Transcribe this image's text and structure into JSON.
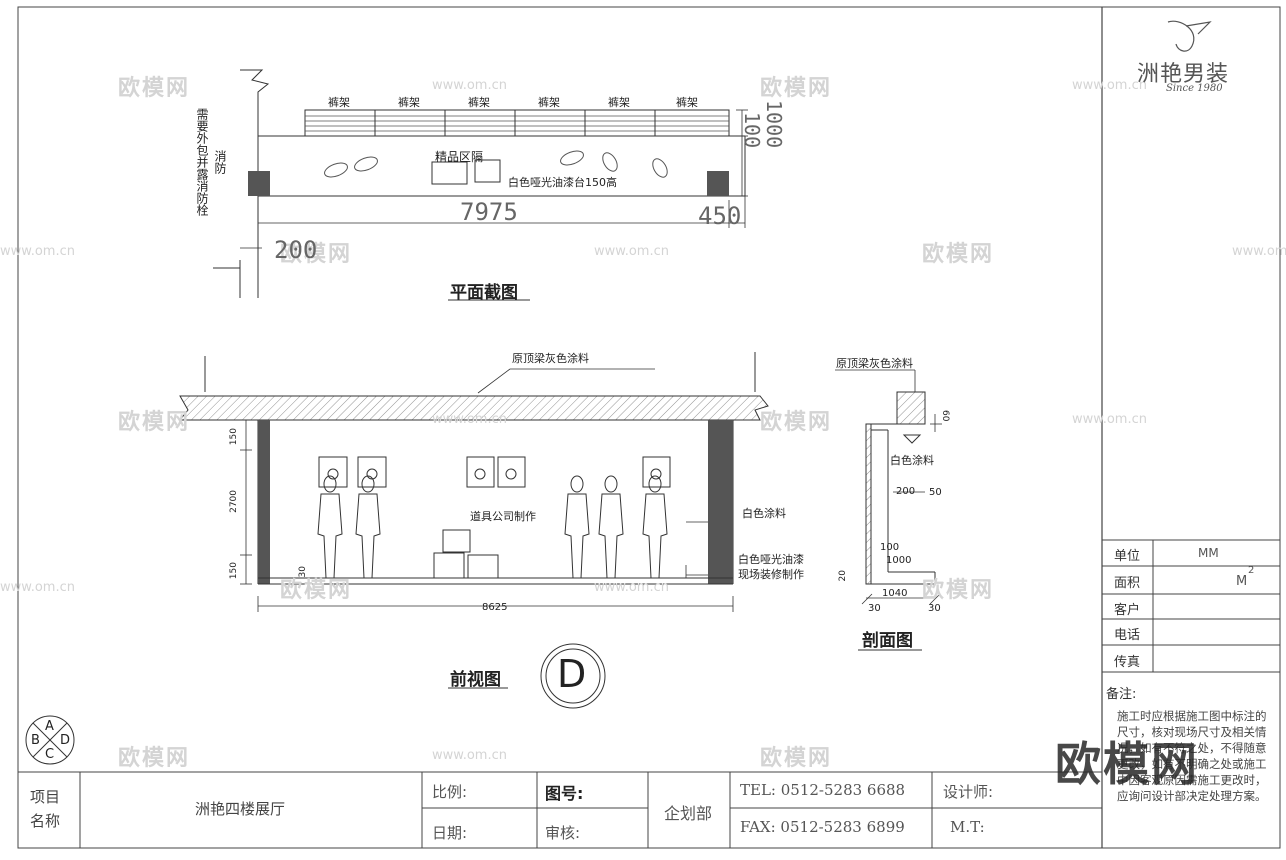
{
  "plan": {
    "title": "平面截图",
    "shelf_labels": [
      "裤架",
      "裤架",
      "裤架",
      "裤架",
      "裤架",
      "裤架"
    ],
    "fire_label": "消防",
    "fire_note": "需要外包并露消防栓",
    "middle_label": "精品区隔",
    "sub_label": "白色哑光油漆台150高",
    "dim_7975": "7975",
    "dim_450": "450",
    "dim_200": "200",
    "dim_100": "100",
    "dim_1000": "1000"
  },
  "front": {
    "title": "前视图",
    "view_letter": "D",
    "ceiling_label": "原顶梁灰色涂料",
    "prop_label": "道具公司制作",
    "wall_label": "白色涂料",
    "base_label_1": "白色哑光油漆",
    "base_label_2": "现场装修制作",
    "dim_width": "8625",
    "dim_150_top": "150",
    "dim_2700": "2700",
    "dim_150_bottom": "150",
    "dim_30": "30"
  },
  "section": {
    "title": "剖面图",
    "ceiling_label": "原顶梁灰色涂料",
    "paint_label": "白色涂料",
    "dim_60": "60",
    "dim_200": "200",
    "dim_50": "50",
    "dim_100": "100",
    "dim_1000": "1000",
    "dim_1040": "1040",
    "dim_20": "20",
    "dim_30a": "30",
    "dim_30b": "30"
  },
  "compass": {
    "a": "A",
    "b": "B",
    "c": "C",
    "d": "D"
  },
  "titleblock": {
    "project_label": "项目名称",
    "project_label_1": "项目",
    "project_label_2": "名称",
    "project_name": "洲艳四楼展厅",
    "scale_label": "比例:",
    "drawing_no_label": "图号:",
    "date_label": "日期:",
    "review_label": "审核:",
    "department": "企划部",
    "tel": "TEL: 0512-5283 6688",
    "fax": "FAX: 0512-5283 6899",
    "designer_label": "设计师:",
    "mt_label": "M.T:"
  },
  "sidebar": {
    "brand_name": "洲艳男装",
    "brand_since": "Since 1980",
    "unit_label": "单位",
    "unit_value": "MM",
    "area_label": "面积",
    "area_value": "M",
    "area_sup": "2",
    "client_label": "客户",
    "phone_label": "电话",
    "fax_label": "传真",
    "notes_label": "备注:",
    "notes_text": "施工时应根据施工图中标注的尺寸，核对现场尺寸及相关情况，如有不符之处，不得随意更改，如有不明确之处或施工中因客观原因需施工更改时，应询问设计部决定处理方案。"
  },
  "watermarks": {
    "brand": "欧模网",
    "url": "www.om.cn",
    "big": "欧模网"
  }
}
